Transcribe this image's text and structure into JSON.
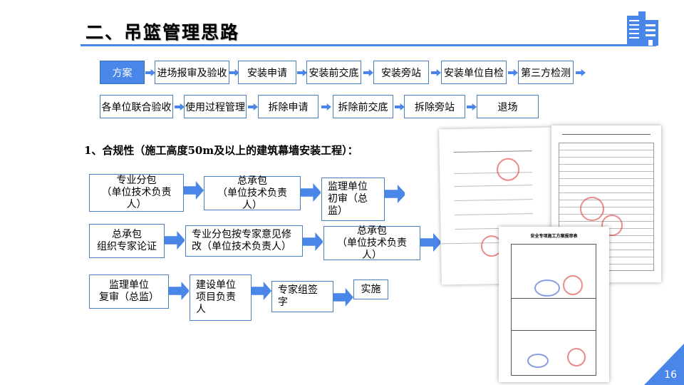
{
  "header": {
    "title": "二、吊篮管理思路",
    "page_number": "16"
  },
  "process": {
    "row1": [
      "方案",
      "进场报审及验收",
      "安装申请",
      "安装前交底",
      "安装旁站",
      "安装单位自检",
      "第三方检测"
    ],
    "row2": [
      "各单位联合验收",
      "使用过程管理",
      "拆除申请",
      "拆除前交底",
      "拆除旁站",
      "退场"
    ]
  },
  "compliance": {
    "heading": "1、合规性（施工高度50m及以上的建筑幕墙安装工程）：",
    "row1": [
      [
        "专业分包",
        "（单位技术负责人）"
      ],
      [
        "总承包",
        "（单位技术负责人）"
      ],
      [
        "监理单位",
        "初审（总",
        "监）"
      ]
    ],
    "row2": [
      [
        "总承包",
        "组织专家论证"
      ],
      [
        "专业分包按专家意见修",
        "改（单位技术负责人）"
      ],
      [
        "总承包",
        "（单位技术负责人）"
      ]
    ],
    "row3": [
      [
        "监理单位",
        "复审（总监）"
      ],
      [
        "建设单位",
        "项目负责",
        "人"
      ],
      [
        "专家组签",
        "字"
      ],
      [
        "实施"
      ]
    ]
  },
  "documents": {
    "doc3_title": "安全专项施工方案报审表"
  },
  "colors": {
    "accent": "#4a86e8",
    "border": "#4a7fc1"
  }
}
